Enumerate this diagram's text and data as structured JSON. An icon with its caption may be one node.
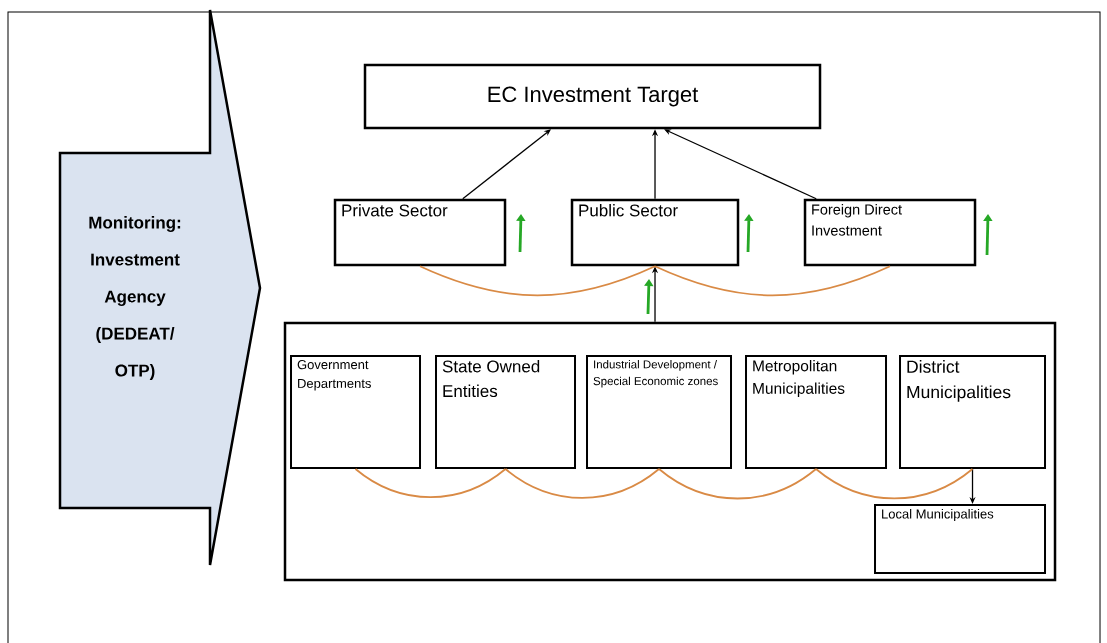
{
  "diagram": {
    "nodes": [
      {
        "text": [
          "Monitoring: Investment Agency (DEDEAT/ OTP)"
        ]
      },
      {
        "text": [
          "EC Investment Target"
        ]
      },
      {
        "text": [
          "Private  Sector"
        ]
      },
      {
        "text": [
          "Public Sector"
        ]
      },
      {
        "text": [
          "Foreign Direct Investment"
        ]
      },
      {
        "text": [],
        "shape": "box"
      },
      {
        "text": [
          "Government Departments"
        ],
        "in": 5
      },
      {
        "text": [
          "State Owned Entities"
        ],
        "in": 5
      },
      {
        "text": [
          "Industrial Development / Special Economic zones"
        ],
        "in": 5
      },
      {
        "text": [
          "Metropolitan Municipalities"
        ],
        "in": 5
      },
      {
        "text": [
          "District Municipalities"
        ],
        "in": 5
      },
      {
        "text": [
          "Local Municipalities"
        ],
        "in": 5
      }
    ],
    "edges": [
      {
        "from": 2,
        "to": 1,
        "arrow": "to",
        "color": "#000000"
      },
      {
        "from": 3,
        "to": 1,
        "arrow": "to",
        "color": "#000000"
      },
      {
        "from": 4,
        "to": 1,
        "arrow": "to",
        "color": "#000000"
      },
      {
        "from": 5,
        "to": 3,
        "arrow": "to",
        "color": "#000000"
      },
      {
        "from": 10,
        "to": 11,
        "arrow": "to",
        "color": "#000000"
      },
      {
        "from": 2,
        "to": 3,
        "arrow": "none",
        "color": "#d98a45"
      },
      {
        "from": 3,
        "to": 4,
        "arrow": "none",
        "color": "#d98a45"
      },
      {
        "from": 6,
        "to": 7,
        "arrow": "none",
        "color": "#d98a45"
      },
      {
        "from": 7,
        "to": 8,
        "arrow": "none",
        "color": "#d98a45"
      },
      {
        "from": 8,
        "to": 9,
        "arrow": "none",
        "color": "#d98a45"
      },
      {
        "from": 9,
        "to": 10,
        "arrow": "none",
        "color": "#d98a45"
      }
    ]
  }
}
